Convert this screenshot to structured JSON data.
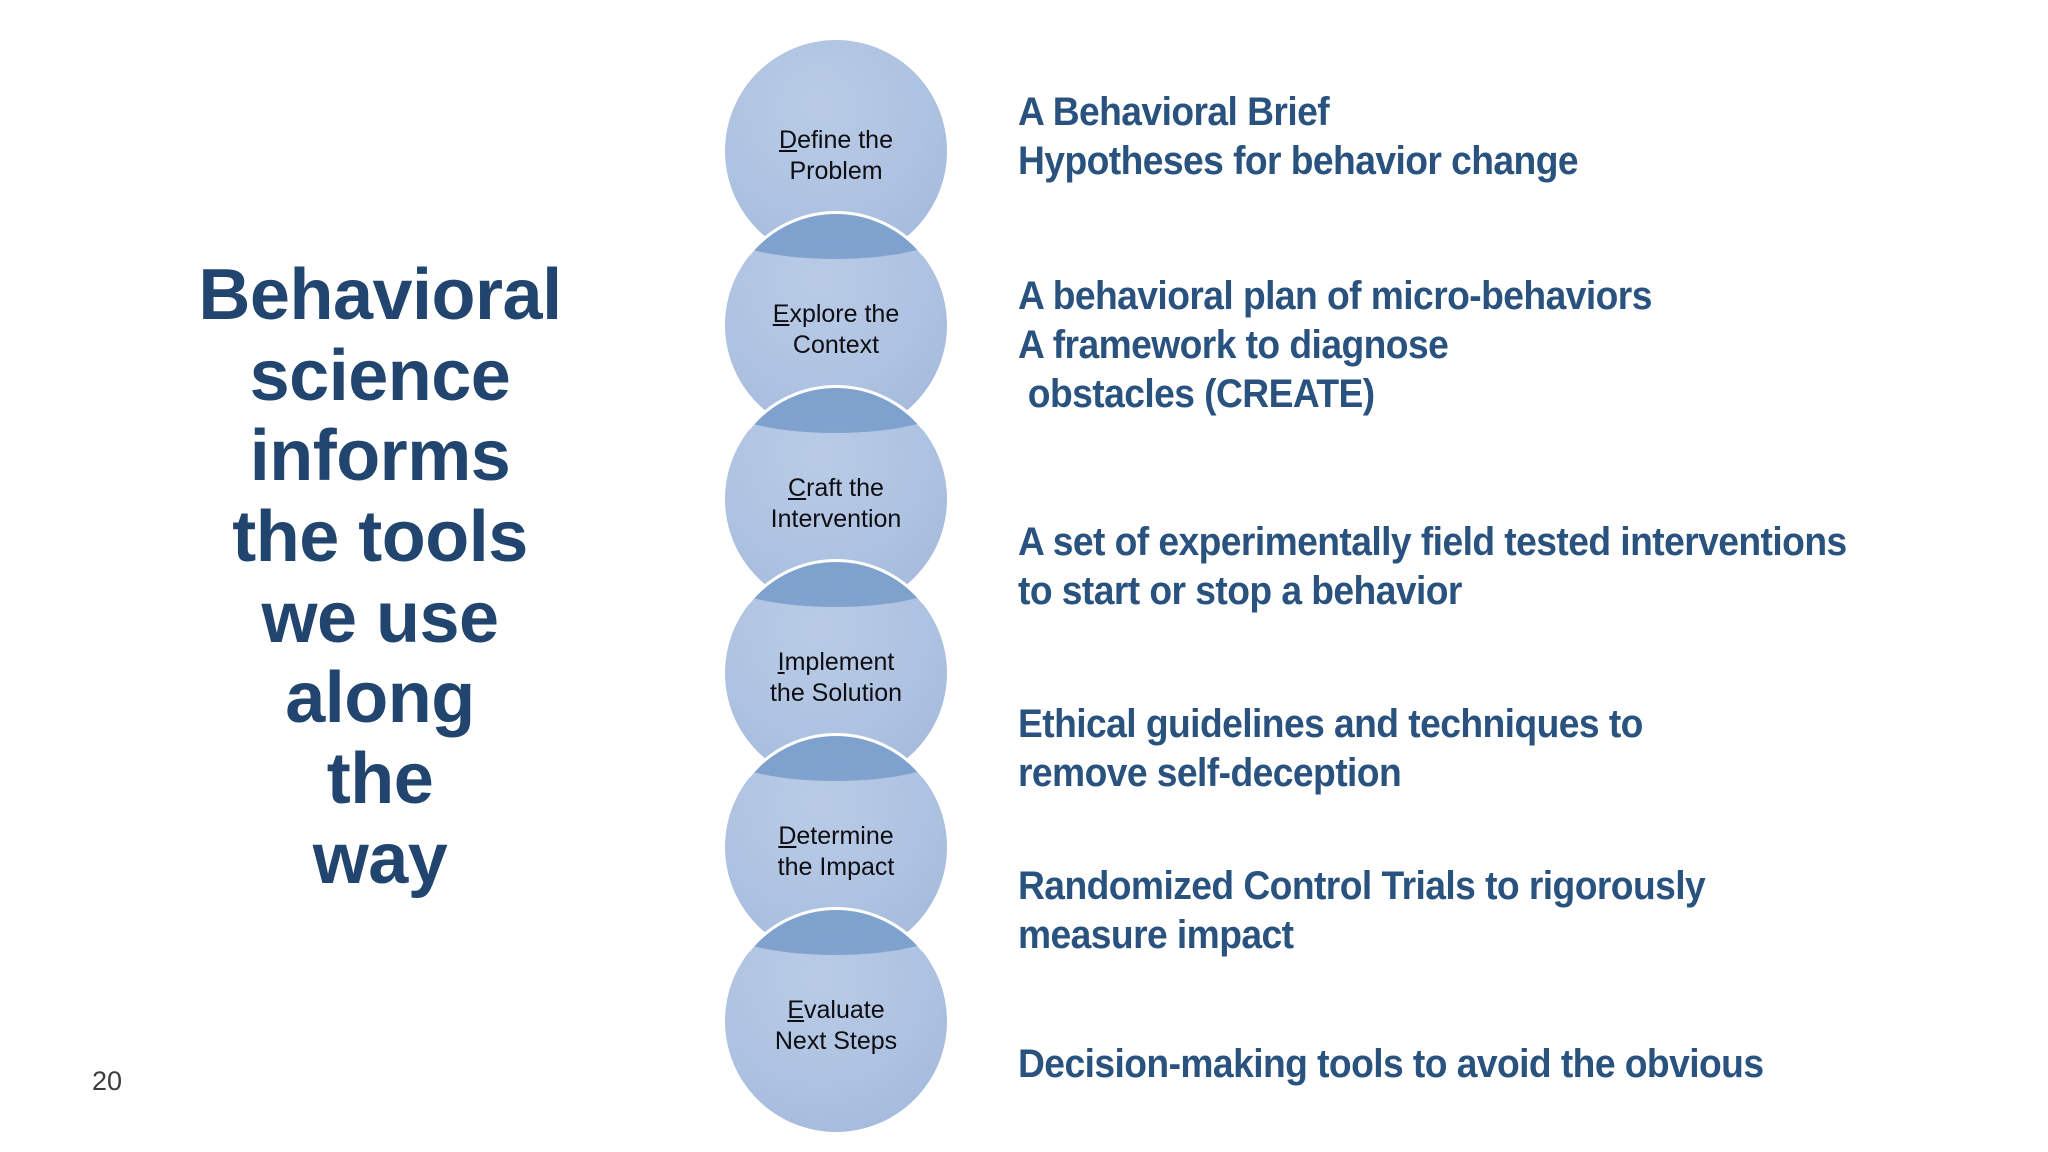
{
  "slide": {
    "page_number": "20",
    "headline_lines": [
      "Behavioral",
      "science",
      "informs",
      "the tools",
      "we use",
      "along",
      "the",
      "way"
    ],
    "accent_color": "#29527f",
    "title_color": "#21456f",
    "circle_color": "#aec2e1",
    "circle_overlap_color": "#7b9ecb",
    "background_color": "#ffffff"
  },
  "steps": [
    {
      "index": 1,
      "accel": "D",
      "line1_rest": "efine the",
      "line2": "Problem",
      "full_label": "Define the Problem",
      "description_lines": [
        "A Behavioral Brief",
        "Hypotheses for behavior change"
      ]
    },
    {
      "index": 2,
      "accel": "E",
      "line1_rest": "xplore the",
      "line2": "Context",
      "full_label": "Explore the Context",
      "description_lines": [
        "A behavioral plan of micro-behaviors",
        "A framework to diagnose",
        " obstacles (CREATE)"
      ]
    },
    {
      "index": 3,
      "accel": "C",
      "line1_rest": "raft the",
      "line2": "Intervention",
      "full_label": "Craft the Intervention",
      "description_lines": [
        "A set of experimentally field tested interventions",
        "to start or stop a behavior"
      ]
    },
    {
      "index": 4,
      "accel": "I",
      "line1_rest": "mplement",
      "line2": "the Solution",
      "full_label": "Implement the Solution",
      "description_lines": [
        "Ethical guidelines and techniques to",
        "remove self-deception"
      ]
    },
    {
      "index": 5,
      "accel": "D",
      "line1_rest": "etermine",
      "line2": "the Impact",
      "full_label": "Determine the Impact",
      "description_lines": [
        "Randomized Control Trials to rigorously",
        "measure impact"
      ]
    },
    {
      "index": 6,
      "accel": "E",
      "line1_rest": "valuate",
      "line2": "Next Steps",
      "full_label": "Evaluate Next Steps",
      "description_lines": [
        "Decision-making tools to avoid the obvious"
      ]
    }
  ]
}
